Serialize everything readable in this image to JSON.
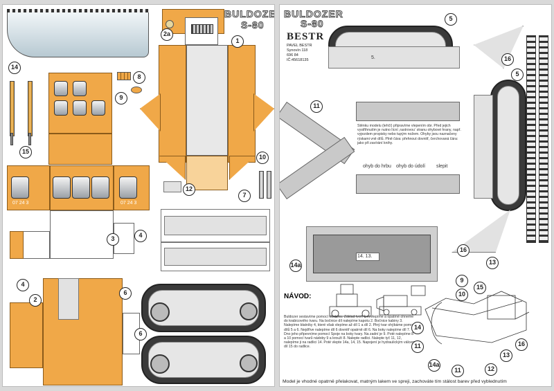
{
  "header": {
    "title_line1": "BULDOZER",
    "title_line2": "S-80"
  },
  "publisher": {
    "logo": "BESTR",
    "lines": [
      "PAVEL BESTR",
      "Synovín 118",
      "696 84",
      "IČ:45618135"
    ]
  },
  "part_numbers_left": [
    "14",
    "8",
    "9",
    "2a",
    "1",
    "12",
    "15",
    "10",
    "7",
    "3",
    "4",
    "4",
    "2",
    "6",
    "6"
  ],
  "part_numbers_right": [
    "5",
    "5",
    "16",
    "11",
    "16",
    "13",
    "14a",
    "15",
    "9",
    "10",
    "14",
    "11",
    "12",
    "16",
    "14a",
    "11",
    "13"
  ],
  "part_labels": {
    "right_track_label": "5.",
    "blade_label": "14.  13.",
    "cab_plate": "07 24 3"
  },
  "instruction_note": "Stěnku modelu (lehčí) připravíme vlepením obr. Před jejich vystřihnutím je nutno lícní ‚rastrovou‘ stranu ohybové hrany, např. vyjezdem propisky nebo tupým nožem. Ohyby jsou naznačeny rýskami vně dílů. Plně čára: přehnout dovnitř, čerchovaná čára: jako při zavírání knihy.",
  "fold_labels": [
    "ohyb do hrbu",
    "ohyb do údolí",
    "slepit"
  ],
  "instructions": {
    "heading": "NÁVOD:",
    "body": "Buldozer sestavíme pomocí obrázku. Základ tvoří 1 nevlepíme a opatrně ohneme do krabicového tvaru. Na bočnice díl nalepíme kapotu 2. Bočnice kabiny 3. Nalepíme blatníky 4, které však vlepíme až díl 1 a díl 2. Plný tvar ohýbáme pomocí dílů 5 a 6. Nejdříve nalepíme díl 6 dovnitř opatrně díl 6. Na boky nalepíme díl 7. Dno jeho připevníme pomocí Spoje na boky tvary. Na zadní je 9. Poté nalepíme 8 a 10 pomocí tvarů nádoby 9 a krouží 8. Nalepte radlici. Nalepte tyč 11, 12, nalepíme ji na radlici 14. Poté vlepte 14a, 14, 15. Napojení je hydraulickým válcem díl 15 do radlice."
  },
  "footer": "Model je vhodné opatrně přelakovat, matným lakem ve spreji, zachováte tím stálost barev před vyblednutím"
}
